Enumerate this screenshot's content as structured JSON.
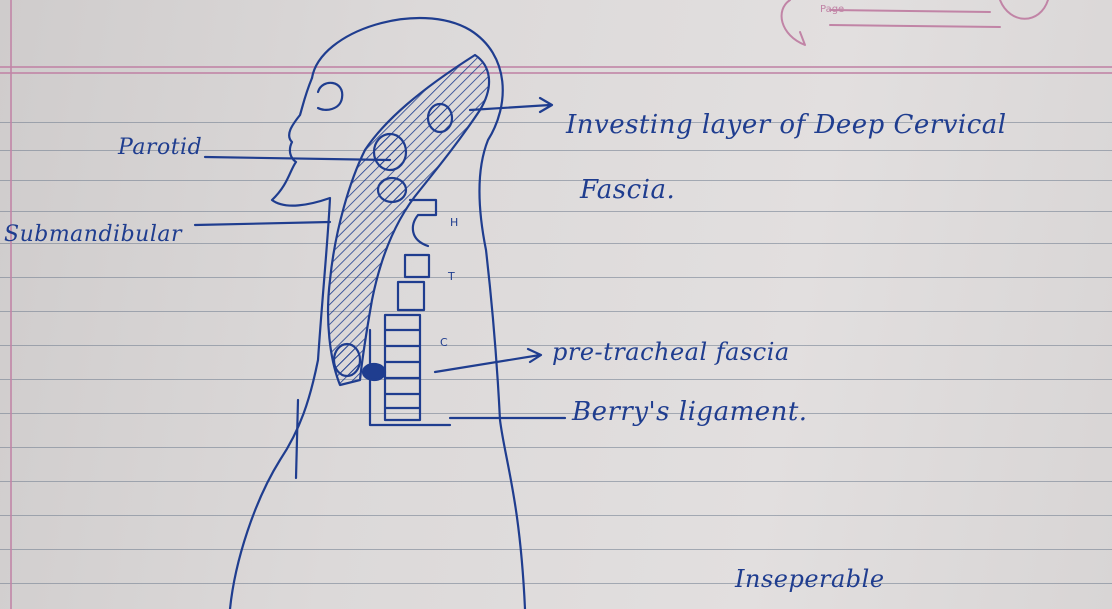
{
  "notebook": {
    "header_tag": "Page"
  },
  "diagram": {
    "labels": {
      "parotid": "Parotid",
      "submandibular": "Submandibular",
      "investing_layer_line1": "Investing layer of Deep Cervical",
      "investing_layer_line2": "Fascia.",
      "hyoid_marker": "H",
      "thyroid_marker": "T",
      "cricoid_marker": "C",
      "pretracheal": "pre-tracheal fascia",
      "berrys_ligament": "Berry's ligament.",
      "inseparable": "Inseperable"
    },
    "ink_color": "#1f3d8f",
    "rule_color": "#6f7b8e",
    "margin_color": "#c184a6"
  }
}
